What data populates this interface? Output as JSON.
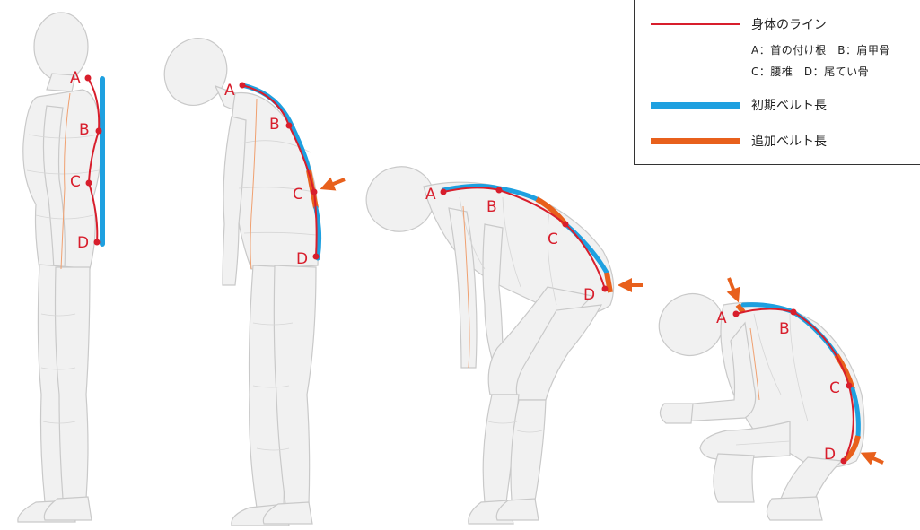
{
  "legend": {
    "body_line": {
      "label": "身体のライン",
      "color": "#d81e2c"
    },
    "point_key_1": "A：首の付け根　B：肩甲骨",
    "point_key_2": "C：腰椎　D：尾てい骨",
    "initial_belt": {
      "label": "初期ベルト長",
      "color": "#1ea0e0"
    },
    "added_belt": {
      "label": "追加ベルト長",
      "color": "#e8601c"
    }
  },
  "points": {
    "a": "A",
    "b": "B",
    "c": "C",
    "d": "D"
  },
  "colors": {
    "body_fill": "#f1f1f1",
    "body_stroke": "#c9c9c9",
    "mesh": "#d6d6d6",
    "spine_line": "#f0a070"
  }
}
